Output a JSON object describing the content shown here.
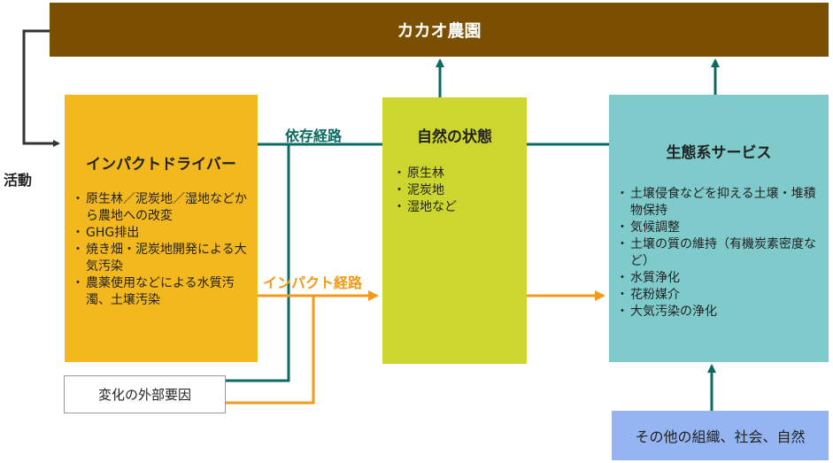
{
  "farm": {
    "title": "カカオ農園"
  },
  "activity_label": "活動",
  "drivers": {
    "title": "インパクトドライバー",
    "items": [
      "原生林／泥炭地／湿地などから農地への改変",
      "GHG排出",
      "焼き畑・泥炭地開発による大気汚染",
      "農薬使用などによる水質汚濁、土壌汚染"
    ]
  },
  "nature": {
    "title": "自然の状態",
    "items": [
      "原生林",
      "泥炭地",
      "湿地など"
    ]
  },
  "eco": {
    "title": "生態系サービス",
    "items": [
      "土壌侵食などを抑える土壌・堆積物保持",
      "気候調整",
      "土壌の質の維持（有機炭素密度など）",
      "水質浄化",
      "花粉媒介",
      "大気汚染の浄化"
    ]
  },
  "dependency_label": "依存経路",
  "impact_label": "インパクト経路",
  "external": {
    "label": "変化の外部要因"
  },
  "other": {
    "label": "その他の組織、社会、自然"
  },
  "colors": {
    "farm": "#7B4F00",
    "drivers": "#F2B81D",
    "nature": "#CCD62E",
    "eco": "#7FCACB",
    "other": "#94B4F2",
    "dependency": "#0B6B62",
    "impact": "#F29A1A",
    "activity": "#333333"
  }
}
